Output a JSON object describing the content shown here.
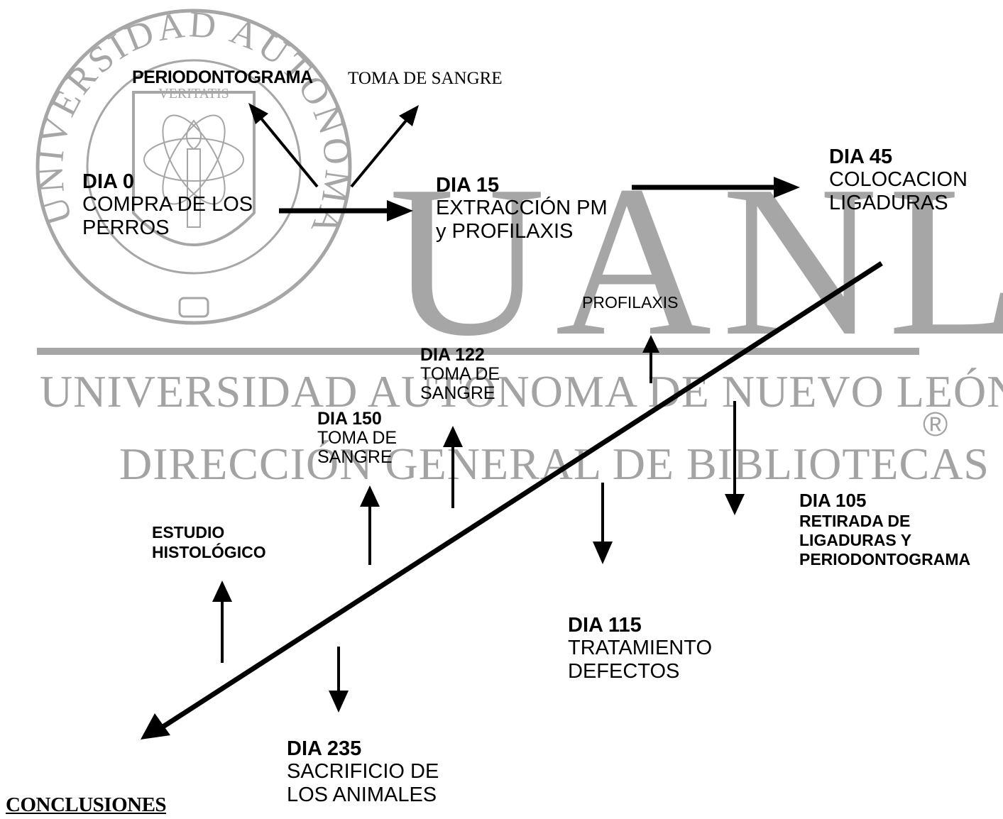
{
  "watermark": {
    "big": "UANL",
    "line1": "UNIVERSIDAD AUTÓNOMA DE NUEVO LEÓN",
    "line2": "DIRECCIÓN GENERAL DE BIBLIOTECAS",
    "registered": "®",
    "seal_top": "UNIVERSIDAD AUTONOMA DE NUEVO LEON",
    "seal_motto": "VERITATIS"
  },
  "top_branch": {
    "periodontograma": "PERIODONTOGRAMA",
    "toma_sangre": "TOMA DE SANGRE"
  },
  "events": {
    "dia0": {
      "day": "DIA 0",
      "lines": [
        "COMPRA DE LOS",
        "PERROS"
      ]
    },
    "dia15": {
      "day": "DIA 15",
      "lines": [
        "EXTRACCIÓN PM",
        "y PROFILAXIS"
      ]
    },
    "dia45": {
      "day": "DIA 45",
      "lines": [
        "COLOCACION",
        "LIGADURAS"
      ]
    },
    "profilaxis": {
      "label": "PROFILAXIS"
    },
    "dia105": {
      "day": "DIA 105",
      "lines": [
        "RETIRADA DE",
        "LIGADURAS Y",
        "PERIODONTOGRAMA"
      ]
    },
    "dia115": {
      "day": "DIA 115",
      "lines": [
        "TRATAMIENTO",
        "DEFECTOS"
      ]
    },
    "dia122": {
      "day": "DIA 122",
      "lines": [
        "TOMA DE",
        "SANGRE"
      ]
    },
    "dia150": {
      "day": "DIA 150",
      "lines": [
        "TOMA DE",
        "SANGRE"
      ]
    },
    "estudio": {
      "lines": [
        "ESTUDIO",
        "HISTOLÓGICO"
      ]
    },
    "dia235": {
      "day": "DIA 235",
      "lines": [
        "SACRIFICIO DE",
        "LOS ANIMALES"
      ]
    }
  },
  "heading": "CONCLUSIONES",
  "colors": {
    "ink": "#000000",
    "watermark": "#a6a6a6"
  }
}
